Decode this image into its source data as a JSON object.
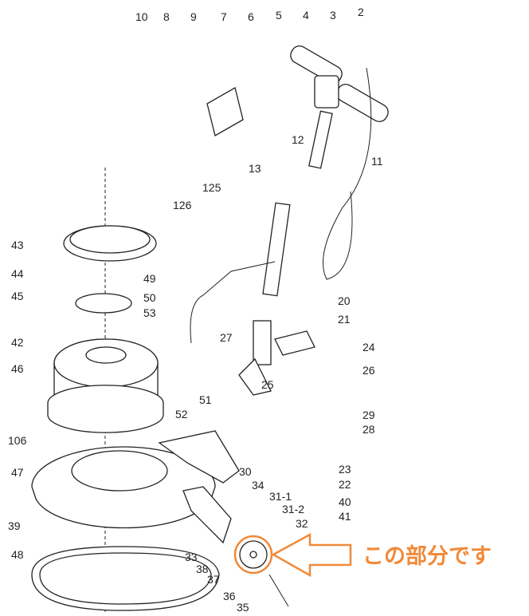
{
  "diagram": {
    "labels": [
      "10",
      "8",
      "9",
      "7",
      "6",
      "5",
      "4",
      "3",
      "2",
      "11",
      "12",
      "13",
      "125",
      "126",
      "43",
      "44",
      "45",
      "49",
      "50",
      "53",
      "42",
      "46",
      "52",
      "51",
      "27",
      "21",
      "24",
      "20",
      "25",
      "26",
      "29",
      "28",
      "106",
      "47",
      "30",
      "34",
      "31-1",
      "31-2",
      "32",
      "23",
      "22",
      "40",
      "41",
      "39",
      "48",
      "33",
      "38",
      "37",
      "36",
      "35"
    ],
    "callout": {
      "text": "この部分です",
      "color": "#f08a3a",
      "target_part": "36"
    }
  }
}
